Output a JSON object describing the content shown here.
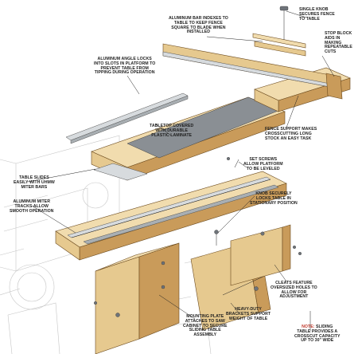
{
  "labels": {
    "single_knob": "SINGLE KNOB\nSECURES FENCE\nTO TABLE",
    "aluminum_bar": "ALUMINUM BAR INDEXES TO\nTABLE TO KEEP FENCE\nSQUARE TO BLADE WHEN\nINSTALLED",
    "stop_block": "STOP BLOCK\nAIDS IN\nMAKING\nREPEATABLE\nCUTS",
    "aluminum_angle": "ALUMINUM ANGLE LOCKS\nINTO SLOTS IN PLATFORM TO\nPREVENT TABLE FROM\nTIPPING DURING OPERATION",
    "fence_support": "FENCE SUPPORT MAKES\nCROSSCUTTING LONG\nSTOCK AN EASY TASK",
    "tabletop": "TABLETOP COVERED\nWITH DURABLE\nPLASTIC LAMINATE",
    "table_slides": "TABLE SLIDES\nEASILY WITH UHMW\nMITER BARS",
    "set_screws": "SET SCREWS\nALLOW PLATFORM\nTO BE LEVELED",
    "aluminum_miter": "ALUMINUM MITER\nTRACKS ALLOW\nSMOOTH OPERATION",
    "knob_locks": "KNOB SECURELY\nLOCKS TABLE IN\nSTATIONARY POSITION",
    "cleats": "CLEATS FEATURE\nOVERSIZED HOLES TO\nALLOW FOR\nADJUSTMENT",
    "brackets": "HEAVY-DUTY\nBRACKETS SUPPORT\nWEIGHT OF TABLE",
    "mounting_plate": "MOUNTING PLATE\nATTACHES TO SAW\nCABINET TO SECURE\nSLIDING TABLE\nASSEMBLY",
    "note_lead": "NOTE:",
    "note_body": " SLIDING\nTABLE PROVIDES A\nCROSSCUT CAPACITY\nUP TO 30\" WIDE"
  }
}
